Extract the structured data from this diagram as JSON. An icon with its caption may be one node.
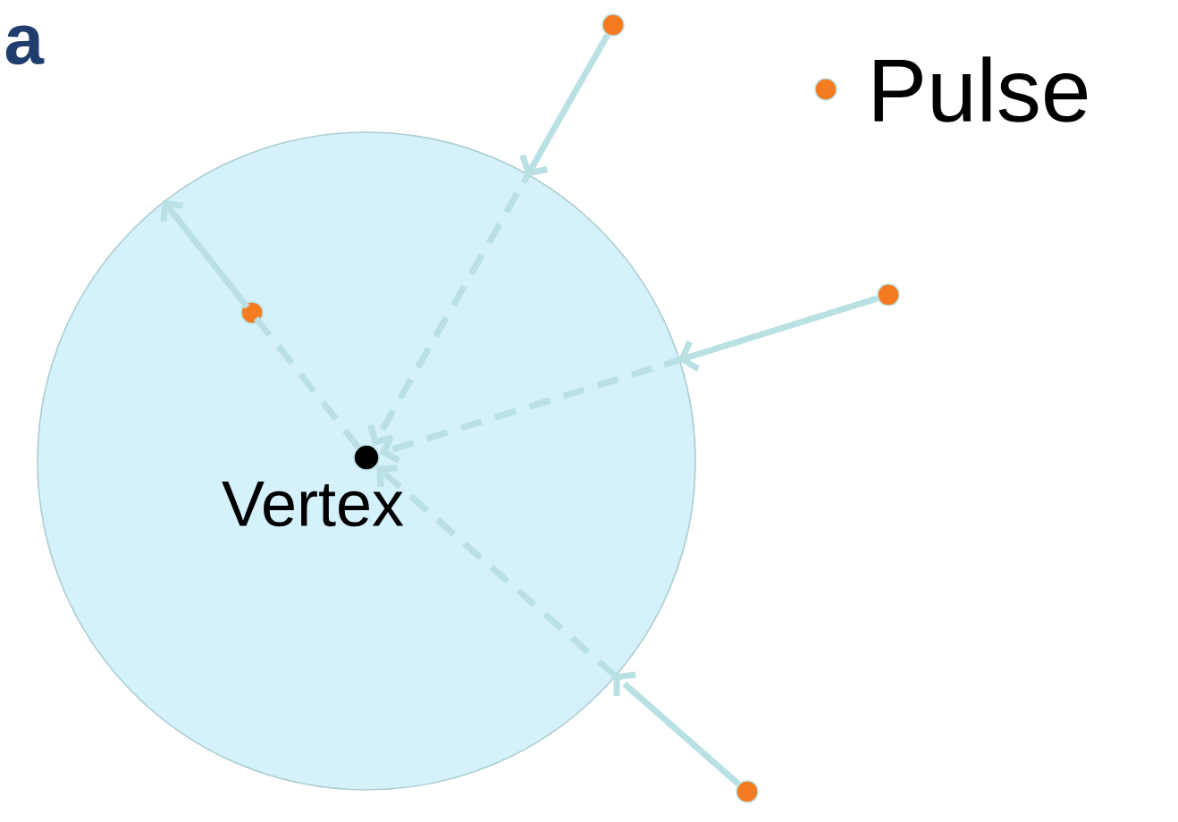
{
  "diagram": {
    "nodes": [
      {
        "text": [],
        "shape": "circle"
      },
      {
        "text": [],
        "shape": "circle",
        "in": 0,
        "beside": [
          "Vertex"
        ]
      },
      {
        "text": [],
        "shape": "circle"
      },
      {
        "text": [],
        "shape": "circle"
      },
      {
        "text": [],
        "shape": "circle",
        "in": 0
      },
      {
        "text": [],
        "shape": "circle"
      }
    ],
    "edges": [
      {
        "from": 2,
        "to": 1,
        "arrow": "to",
        "style": "dashed"
      },
      {
        "from": 3,
        "to": 1,
        "arrow": "to",
        "style": "dashed"
      },
      {
        "from": 5,
        "to": 1,
        "arrow": "to",
        "style": "dashed"
      },
      {
        "from": 1,
        "to": null,
        "arrow": "to",
        "style": "dashed"
      }
    ],
    "labels": [
      "a"
    ],
    "legend": [
      {
        "text": "Pulse",
        "color": "#f47b20"
      }
    ]
  }
}
